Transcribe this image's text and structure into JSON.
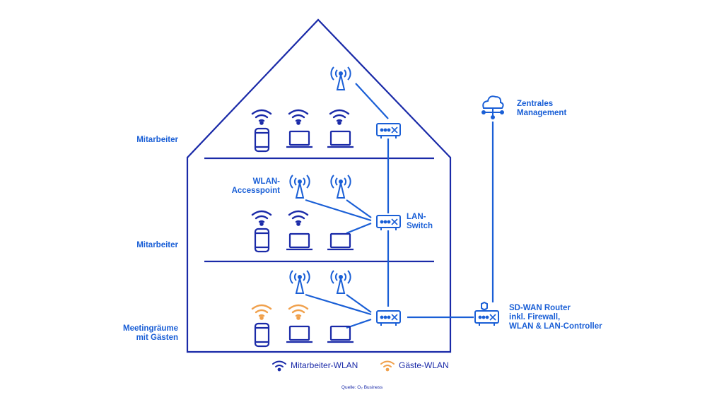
{
  "floors": {
    "top_label": "Mitarbeiter",
    "middle_label": "Mitarbeiter",
    "bottom_label_line1": "Meetingräume",
    "bottom_label_line2": "mit Gästen"
  },
  "labels": {
    "accesspoint_line1": "WLAN-",
    "accesspoint_line2": "Accesspoint",
    "switch_line1": "LAN-",
    "switch_line2": "Switch",
    "management_line1": "Zentrales",
    "management_line2": "Management",
    "router_line1": "SD-WAN Router",
    "router_line2": "inkl. Firewall,",
    "router_line3": "WLAN & LAN-Controller"
  },
  "legend": {
    "employee": "Mitarbeiter-WLAN",
    "guest": "Gäste-WLAN"
  },
  "source": "Quelle: O₂ Business",
  "colors": {
    "house": "#1a2aa8",
    "lines": "#1a5fd6",
    "devices": "#1a2aa8",
    "employee_wifi": "#1a2aa8",
    "guest_wifi": "#f0a04b"
  }
}
